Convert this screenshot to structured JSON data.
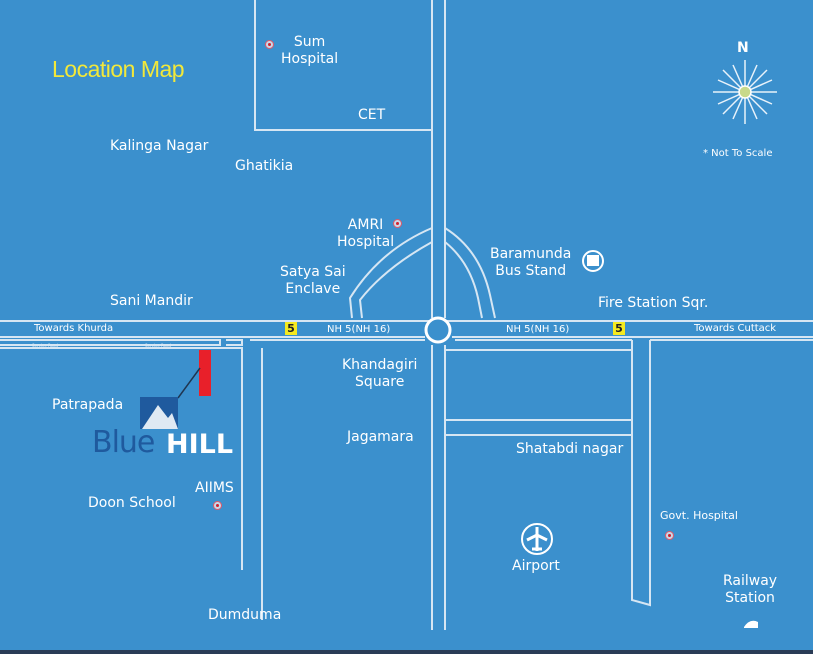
{
  "title": "Location Map",
  "compass": {
    "north": "N",
    "note": "* Not To Scale"
  },
  "roads": {
    "towards_left": "Towards Khurda",
    "towards_right": "Towards Cuttack",
    "highway_left": "NH 5(NH 16)",
    "highway_right": "NH 5(NH 16)",
    "shield": "5",
    "service_road": "Service Road"
  },
  "places": {
    "sum_hospital": "Sum\nHospital",
    "cet": "CET",
    "kalinga_nagar": "Kalinga Nagar",
    "ghatikia": "Ghatikia",
    "amri_hospital": "AMRI\nHospital",
    "satya_sai": "Satya Sai\nEnclave",
    "baramunda": "Baramunda\nBus Stand",
    "sani_mandir": "Sani Mandir",
    "fire_station": "Fire Station Sqr.",
    "khandagiri": "Khandagiri\nSquare",
    "patrapada": "Patrapada",
    "jagamara": "Jagamara",
    "shatabdi": "Shatabdi nagar",
    "aiims": "AIIMS",
    "doon_school": "Doon School",
    "govt_hospital": "Govt. Hospital",
    "airport": "Airport",
    "railway": "Railway\nStation",
    "dumduma": "Dumduma"
  },
  "project": {
    "logo_text_1": "Blue",
    "logo_text_2": "HILL",
    "marker_color": "#e8202a"
  },
  "colors": {
    "background": "#3b90cd",
    "title": "#f2e83a",
    "shield": "#f5ea1f"
  }
}
